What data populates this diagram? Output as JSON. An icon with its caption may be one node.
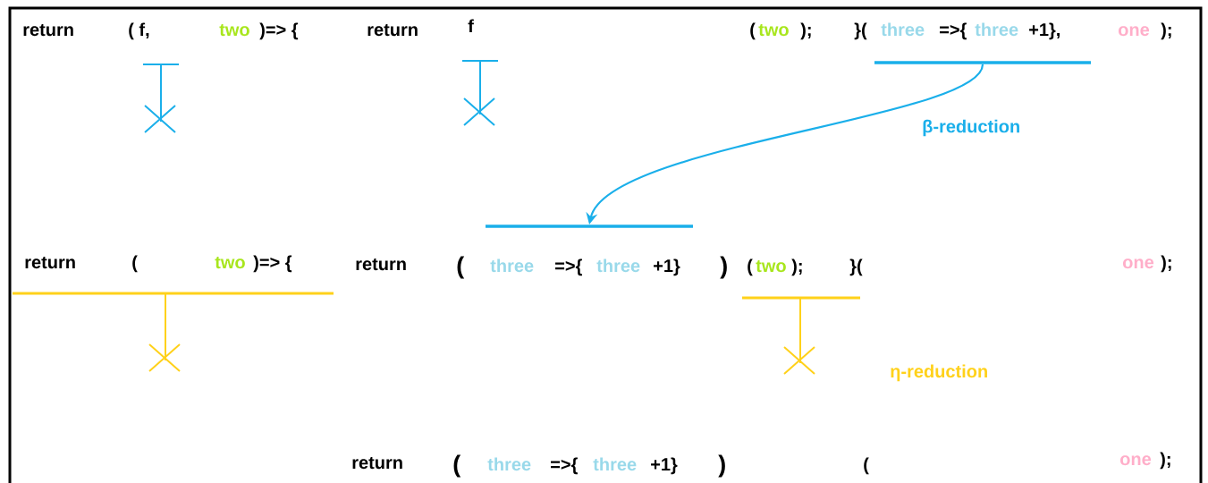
{
  "diagram": {
    "nodes": [
      {
        "text": [],
        "shape": "bar"
      },
      {
        "text": [],
        "shape": "bar"
      }
    ],
    "edges": [
      {
        "from": 0,
        "to": 1,
        "arrow": "to",
        "label": "β-reduction"
      }
    ],
    "labels": [
      "return",
      "( f,",
      "two",
      ")=> {",
      "return",
      "f",
      "(",
      "two",
      ");",
      "}(",
      "three",
      "=>{",
      "three",
      "+1},",
      "one",
      ");",
      "return",
      "(",
      "two",
      ")=> {",
      "return",
      "(",
      "three",
      "=>{",
      "three",
      "+1}",
      ")",
      "(",
      "two",
      ");",
      "}(",
      "one",
      ");",
      "η-reduction",
      "return",
      "(",
      "three",
      "=>{",
      "three",
      "+1}",
      ")",
      "(",
      "one",
      ");"
    ]
  }
}
